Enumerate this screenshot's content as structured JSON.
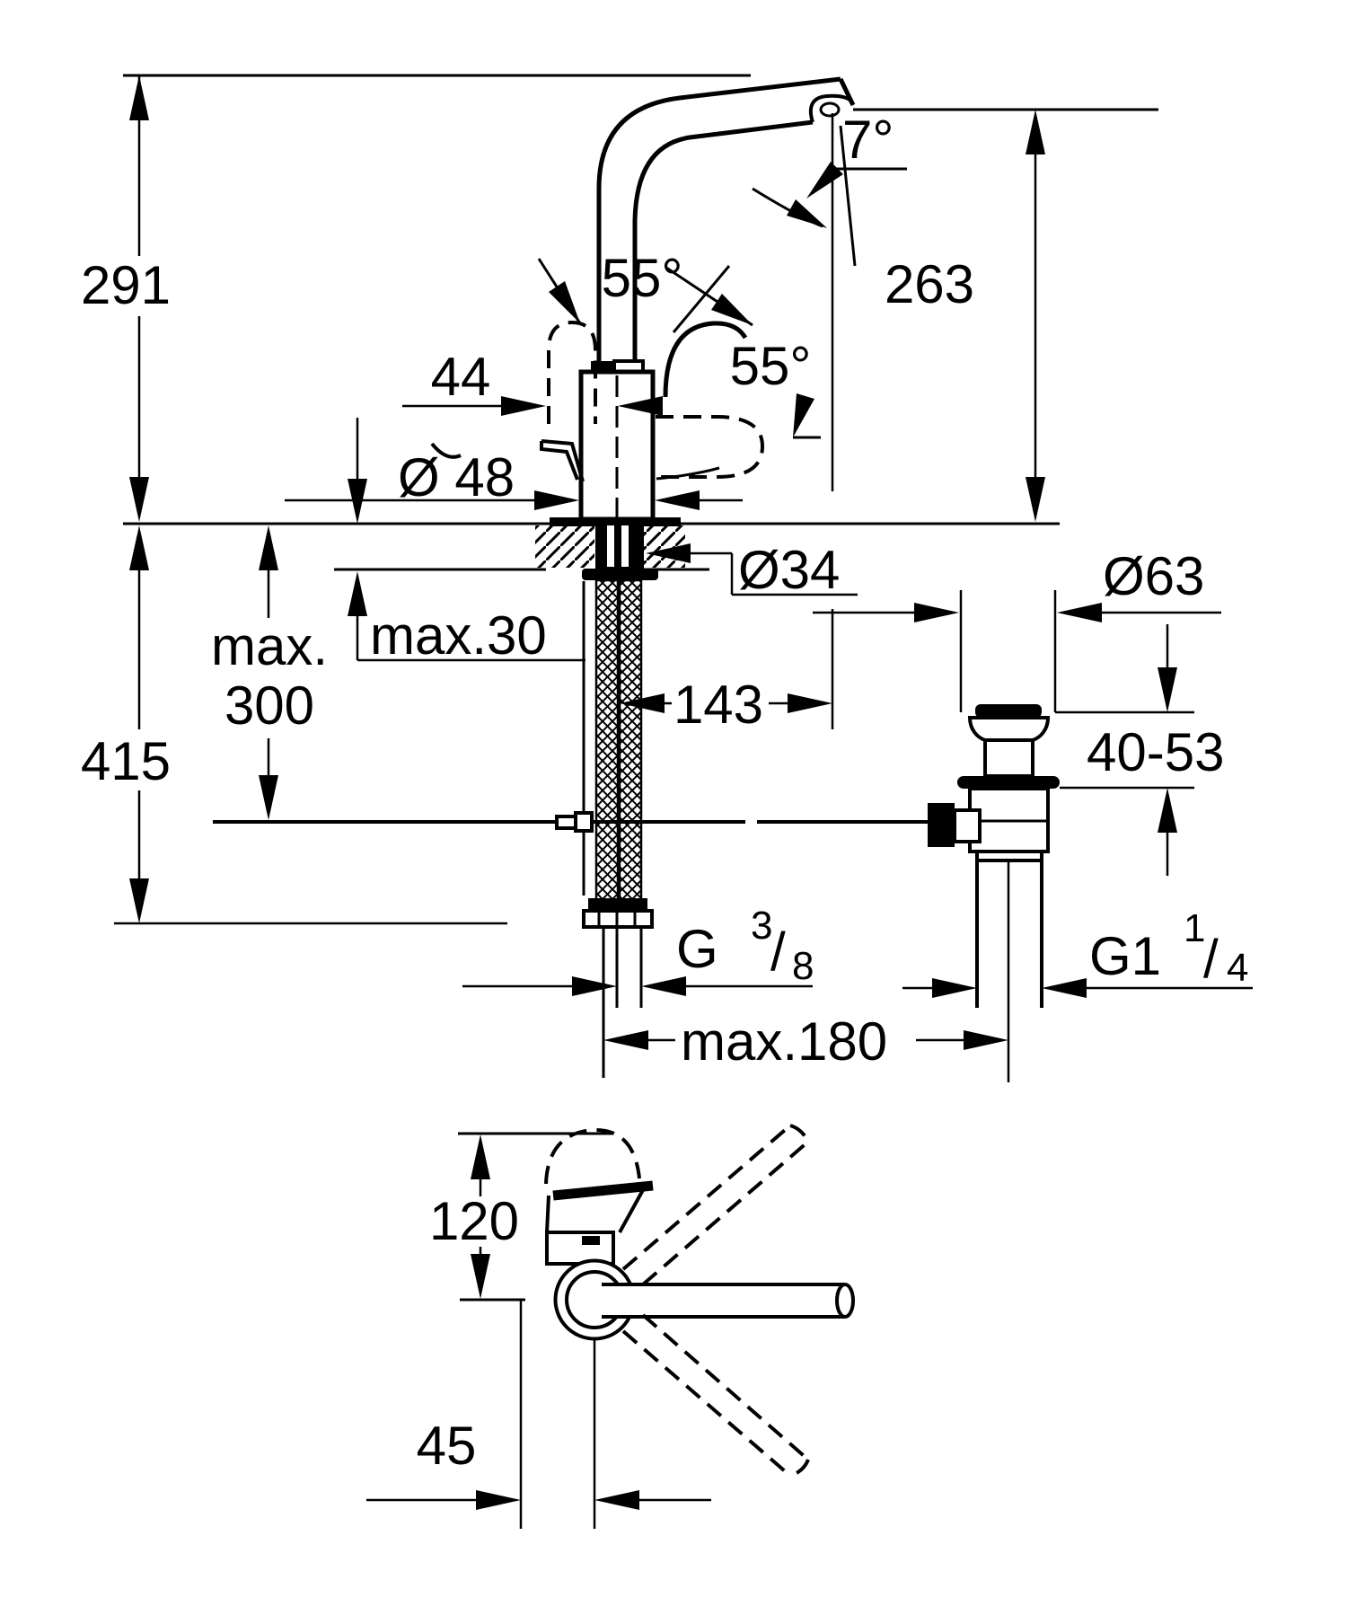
{
  "drawing": {
    "kind": "technical dimension drawing",
    "views": [
      "front view with installation dimensions",
      "top view with handle swing"
    ]
  },
  "colors": {
    "line": "#000000",
    "background": "#ffffff"
  },
  "front_view": {
    "dim_291": "291",
    "dim_415": "415",
    "dim_max300_line1": "max.",
    "dim_max300_line2": "300",
    "dim_max30": "max.30",
    "dim_d34": "Ø34",
    "dim_44": "44",
    "dim_d48": "Ø 48",
    "angle_55_top": "55°",
    "angle_55_side": "55°",
    "angle_7": "7°",
    "dim_263": "263",
    "dim_143": "143",
    "dim_d63": "Ø63",
    "dim_40_53": "40-53",
    "thread_g38": {
      "base": "G",
      "sup": "3",
      "slash": "/",
      "sub": "8"
    },
    "thread_g114": {
      "base": "G1",
      "sup": "1",
      "slash": "/",
      "sub": "4"
    },
    "dim_max180": "max.180"
  },
  "top_view": {
    "dim_120": "120",
    "dim_45": "45"
  }
}
